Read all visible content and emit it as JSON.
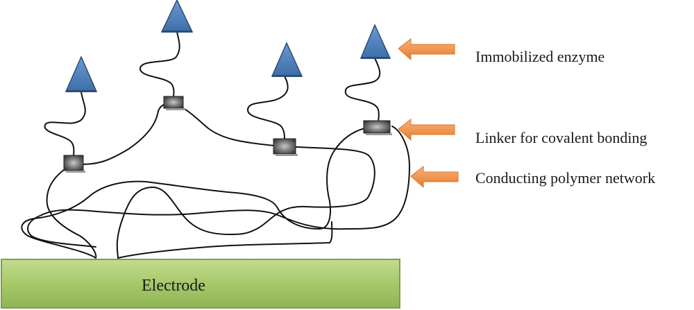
{
  "labels": {
    "enzyme": "Immobilized enzyme",
    "linker": "Linker for covalent bonding",
    "polymer": "Conducting polymer network",
    "electrode": "Electrode"
  },
  "colors": {
    "electrode_fill": "#a6c96a",
    "electrode_border": "#7f9e45",
    "enzyme_fill": "#4f81bd",
    "enzyme_edge": "#2c4d75",
    "arrow_fill": "#f79646",
    "linker_fill": "#6b6b6b",
    "wire": "#111111"
  },
  "icons": {
    "enzyme": "triangle-enzyme-icon",
    "linker": "square-linker-icon",
    "arrow": "left-arrow-icon"
  }
}
